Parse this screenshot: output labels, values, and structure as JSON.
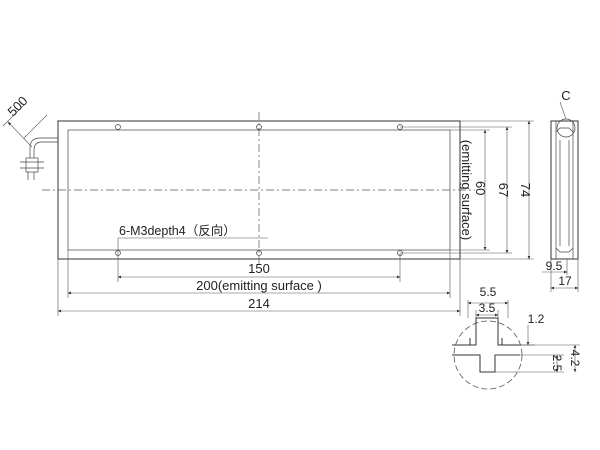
{
  "dimensions": {
    "cable_length": "500",
    "mounting_holes": "6-M3depth4（反向）",
    "hole_pitch": "150",
    "emitting_length": "200(emitting surface )",
    "overall_length": "214",
    "emitting_height": "60\n(emitting surface)",
    "hole_row_height": "67",
    "overall_height": "74",
    "slot_label": "C",
    "side_offset": "9.5",
    "side_width": "17",
    "slot_outer": "5.5",
    "slot_inner": "3.5",
    "slot_lip": "1.2",
    "slot_depth_inner": "2.5",
    "slot_depth_outer": "4.2"
  }
}
